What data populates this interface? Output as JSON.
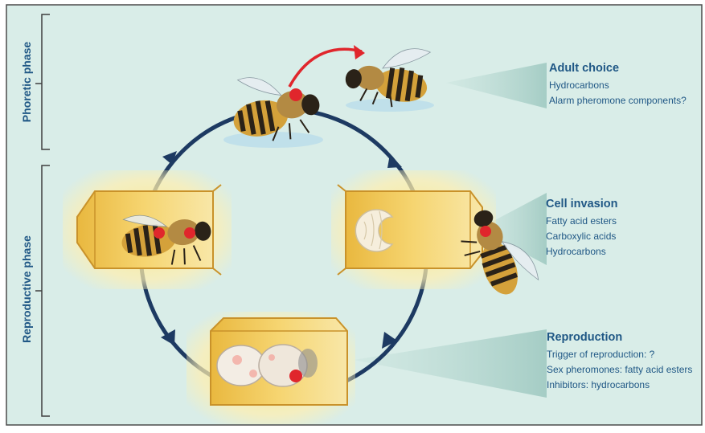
{
  "phases": {
    "phoretic": "Phoretic phase",
    "reproductive": "Reproductive phase"
  },
  "panels": [
    {
      "id": "adult-choice",
      "title": "Adult choice",
      "lines": [
        "Hydrocarbons",
        "Alarm pheromone components?"
      ]
    },
    {
      "id": "cell-invasion",
      "title": "Cell invasion",
      "lines": [
        "Fatty acid esters",
        "Carboxylic acids",
        "Hydrocarbons"
      ]
    },
    {
      "id": "reproduction",
      "title": "Reproduction",
      "lines": [
        "Trigger of reproduction: ?",
        "Sex pheromones: fatty acid esters",
        "Inhibitors: hydrocarbons"
      ]
    }
  ],
  "colors": {
    "background": "#d9ede8",
    "text": "#1f5785",
    "cycle_arrow": "#1d3a62",
    "mite": "#e0262c",
    "transfer_arrow": "#e0262c",
    "cell_glow": "#ffe9a0",
    "cell_wall": "#e8b23a",
    "bee_stripe": "#2a2218",
    "bee_body": "#d4a13a"
  },
  "icons": [
    "honeybee-icon",
    "varroa-mite-icon",
    "brood-cell-icon",
    "larva-icon",
    "pupa-icon"
  ]
}
